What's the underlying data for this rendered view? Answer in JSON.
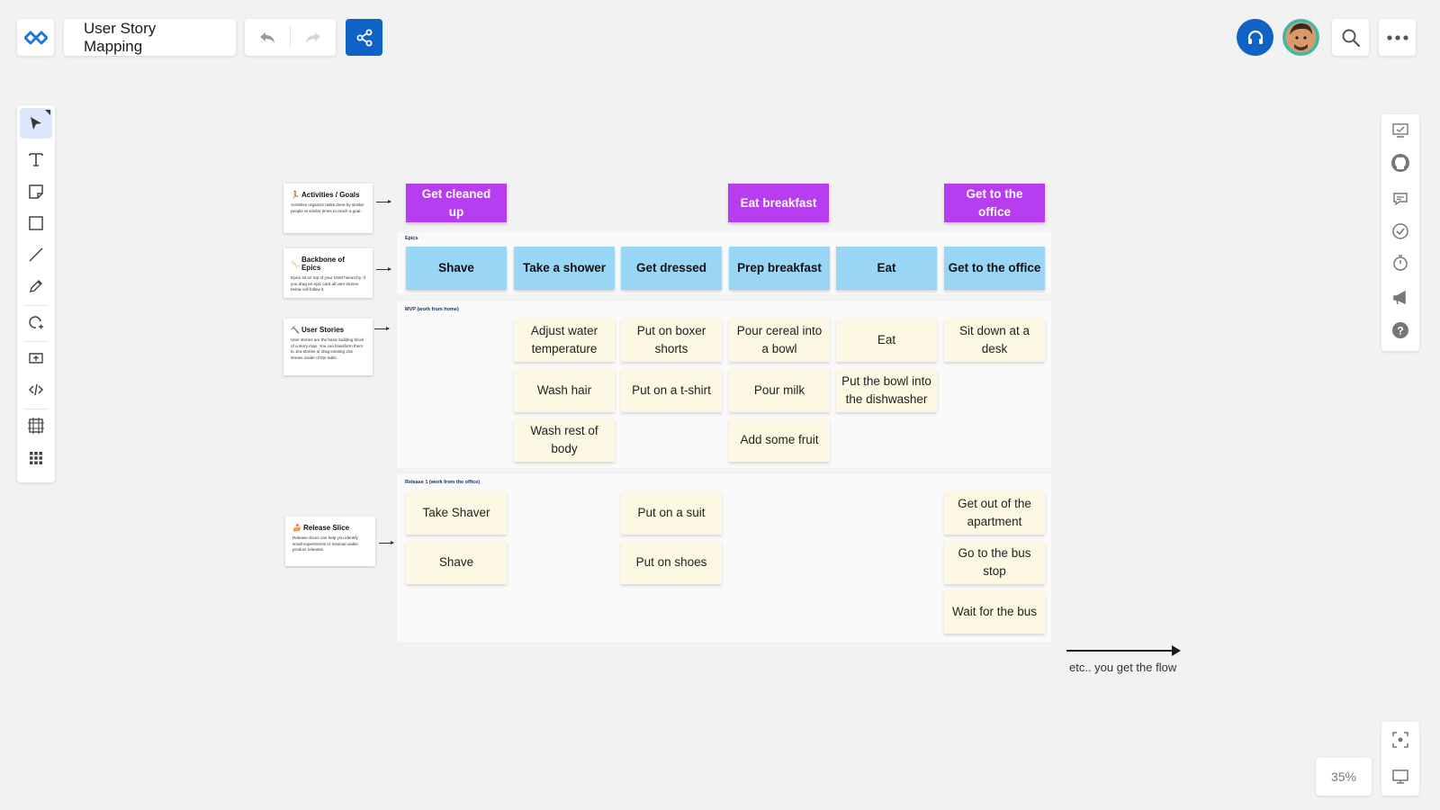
{
  "app": {
    "board_title": "User Story Mapping",
    "zoom_label": "35%"
  },
  "colors": {
    "activity": "#b63df0",
    "epic": "#99d5f5",
    "story": "#fcf8e3",
    "primary": "#0f62c6",
    "canvas": "#f2f2f2"
  },
  "toolbar": {
    "tools": [
      "select",
      "text",
      "sticky-note",
      "rectangle",
      "line",
      "pen",
      "lasso",
      "upload",
      "embed",
      "frame",
      "more-apps"
    ]
  },
  "legend": {
    "activities": {
      "emoji": "🏃",
      "title": "Activities / Goals",
      "body": "Activities organize tasks done by similar people at similar times to reach a goal."
    },
    "backbone": {
      "emoji": "🦴",
      "title": "Backbone of Epics",
      "body": "Epics sit on top of your USM hierarchy. If you drag an epic card all user stories below will follow it."
    },
    "stories": {
      "emoji": "🔨",
      "title": "User Stories",
      "body": "User stories are the basic building block of a story map. You can transform them to Jira stories or drag existing Jira stories inside of the table."
    },
    "release": {
      "emoji": "🍰",
      "title": "Release Slice",
      "body": "Release slices can help you identify small experiments or minimal viable product releases."
    }
  },
  "lanes": {
    "epics": "Epics",
    "mvp": "MVP (work from home)",
    "release1": "Release 1 (work from the office)"
  },
  "activities": [
    "Get cleaned up",
    "Eat breakfast",
    "Get to the office"
  ],
  "epics": [
    "Shave",
    "Take a shower",
    "Get dressed",
    "Prep breakfast",
    "Eat",
    "Get to the office"
  ],
  "mvp_stories": {
    "take_shower": [
      "Adjust water temperature",
      "Wash hair",
      "Wash rest of body"
    ],
    "get_dressed": [
      "Put on boxer shorts",
      "Put on a t-shirt"
    ],
    "prep_breakfast": [
      "Pour cereal into a bowl",
      "Pour milk",
      "Add some fruit"
    ],
    "eat": [
      "Eat",
      "Put the bowl into the dishwasher"
    ],
    "get_to_office": [
      "Sit down at a desk"
    ]
  },
  "release1_stories": {
    "shave": [
      "Take Shaver",
      "Shave"
    ],
    "get_dressed": [
      "Put on a suit",
      "Put on shoes"
    ],
    "get_to_office": [
      "Get out of the apartment",
      "Go to the bus stop",
      "Wait for the bus"
    ]
  },
  "flow_caption": "etc.. you get the flow"
}
